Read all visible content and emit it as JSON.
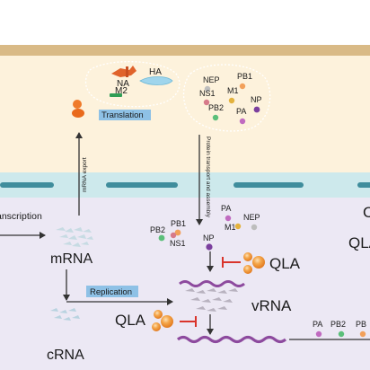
{
  "labels": {
    "translation": "Translation",
    "mrna_export": "mRNA export",
    "protein_transport": "Protein transport and assembly",
    "transcription": "anscription",
    "mrna": "mRNA",
    "replication": "Replication",
    "crna": "cRNA",
    "vrna": "vRNA",
    "qla_upper": "QLA",
    "qla_lower": "QLA",
    "right_cut_upper": "C",
    "right_cut_lower": "QLA"
  },
  "proteins_top": {
    "na": "NA",
    "m2": "M2",
    "ha": "HA",
    "nep": "NEP",
    "pb1": "PB1",
    "ns1": "NS1",
    "m1": "M1",
    "np": "NP",
    "pb2": "PB2",
    "pa": "PA"
  },
  "proteins_mid": {
    "pb2": "PB2",
    "pb1": "PB1",
    "ns1": "NS1",
    "pa": "PA",
    "m1": "M1",
    "nep": "NEP",
    "np": "NP"
  },
  "proteins_bottom_right": {
    "pa": "PA",
    "pb2": "PB2",
    "pb": "PB"
  },
  "colors": {
    "cytoplasm": "#fdf2dc",
    "membrane_top": "#d9ba86",
    "nuclear_envelope": "#cde9ec",
    "nucleus": "#ece8f4",
    "label_box": "#8ec1e6",
    "inhibit_red": "#d9342b",
    "qla_orange": "#f39a3a",
    "rna_purple": "#8d4a9e"
  }
}
